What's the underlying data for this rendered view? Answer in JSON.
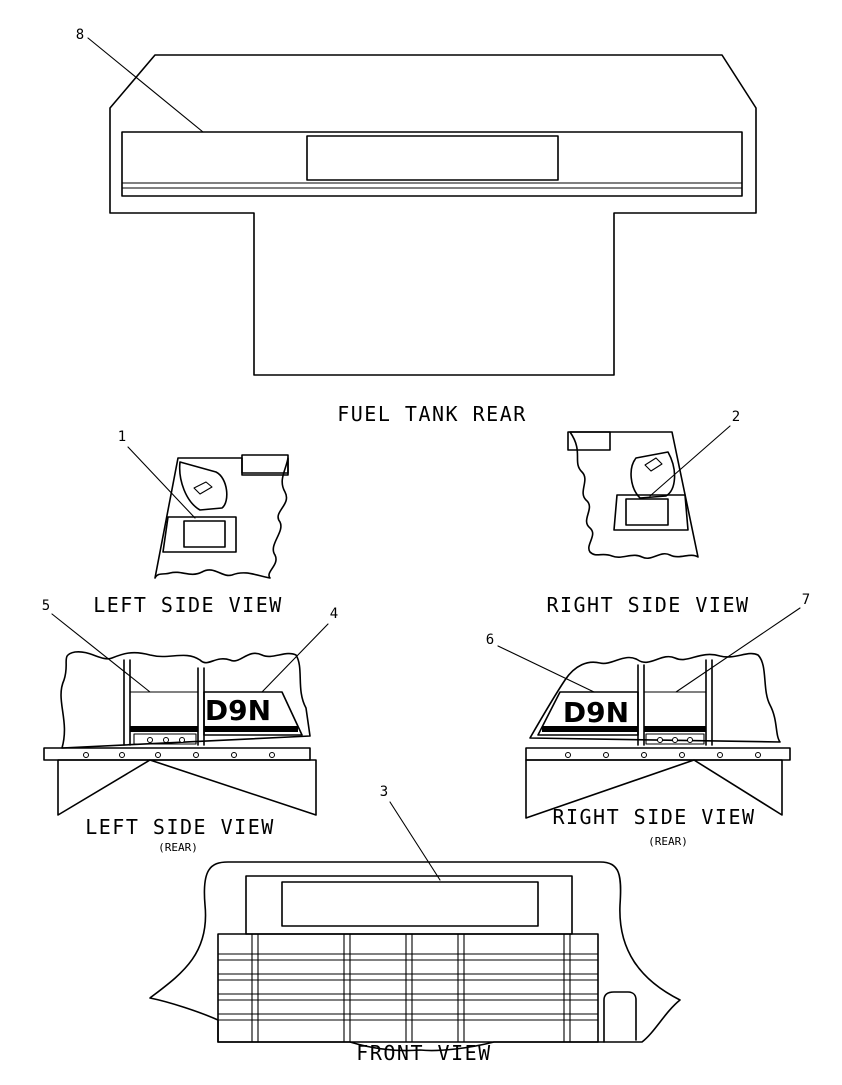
{
  "views": {
    "fuel_tank_rear": {
      "title": "FUEL TANK REAR"
    },
    "left_side_view_front": {
      "title": "LEFT SIDE VIEW"
    },
    "right_side_view_front": {
      "title": "RIGHT SIDE VIEW"
    },
    "left_side_view_rear": {
      "title": "LEFT SIDE VIEW",
      "subtitle": "(REAR)"
    },
    "right_side_view_rear": {
      "title": "RIGHT SIDE VIEW",
      "subtitle": "(REAR)"
    },
    "front_view": {
      "title": "FRONT VIEW"
    }
  },
  "decals": {
    "left_model": "D9N",
    "right_model": "D9N"
  },
  "callouts": [
    "1",
    "2",
    "3",
    "4",
    "5",
    "6",
    "7",
    "8"
  ]
}
